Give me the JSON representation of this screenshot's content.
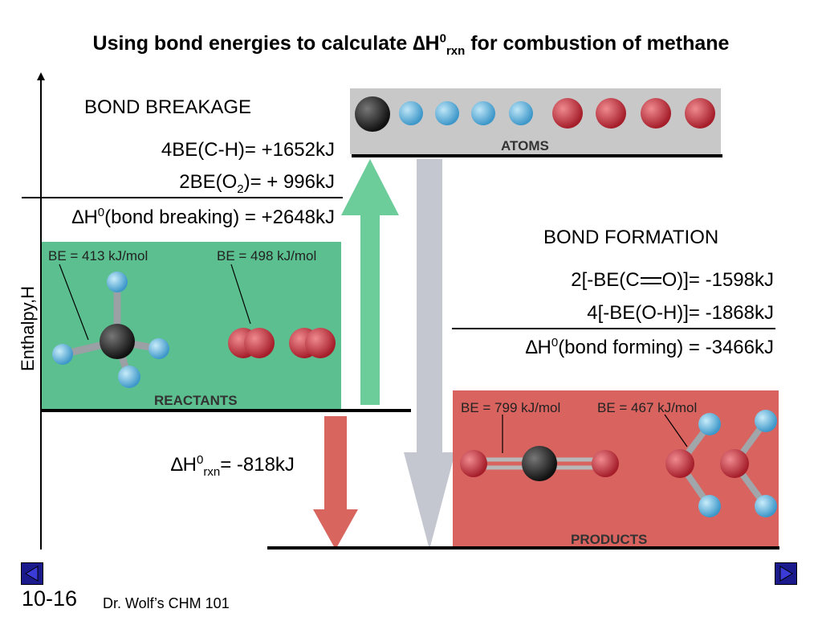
{
  "title": {
    "prefix": "Using bond energies to calculate ",
    "delta": "∆H",
    "sup": "0",
    "sub": "rxn",
    "suffix": " for combustion of methane"
  },
  "y_axis_label": "Enthalpy,H",
  "bond_breakage": {
    "heading": "BOND BREAKAGE",
    "line1": "4BE(C-H)= +1652kJ",
    "line2_pre": "2BE(O",
    "line2_sub": "2",
    "line2_post": ")= + 996kJ",
    "total_pre": "∆H",
    "total_sup": "0",
    "total_post": "(bond breaking) = +2648kJ"
  },
  "bond_formation": {
    "heading": "BOND FORMATION",
    "line1_pre": "2[-BE(C",
    "line1_post": "O)]= -1598kJ",
    "line2": "4[-BE(O-H)]= -1868kJ",
    "total_pre": "∆H",
    "total_sup": "0",
    "total_post": "(bond forming) = -3466kJ"
  },
  "rxn": {
    "pre": "∆H",
    "sup": "0",
    "sub": "rxn",
    "post": "= -818kJ"
  },
  "atoms_panel": {
    "label": "ATOMS"
  },
  "reactants_panel": {
    "label": "REACTANTS",
    "be_left": "BE = 413 kJ/mol",
    "be_right": "BE = 498 kJ/mol"
  },
  "products_panel": {
    "label": "PRODUCTS",
    "be_left": "BE = 799 kJ/mol",
    "be_right": "BE = 467 kJ/mol"
  },
  "footer": {
    "slide_number": "10-16",
    "course": "Dr. Wolf’s CHM 101"
  },
  "colors": {
    "reactants": "#5bbf8f",
    "products": "#d9635f",
    "atoms": "#c8c8c8",
    "up_arrow": "#6ccc9a",
    "down_arrow_rxn": "#d9655f",
    "down_arrow_formation": "#c4c6d0",
    "carbon": "#2b2b2b",
    "hydrogen": "#5aaed8",
    "oxygen": "#c0303a",
    "nav": "#1a1a8c"
  }
}
